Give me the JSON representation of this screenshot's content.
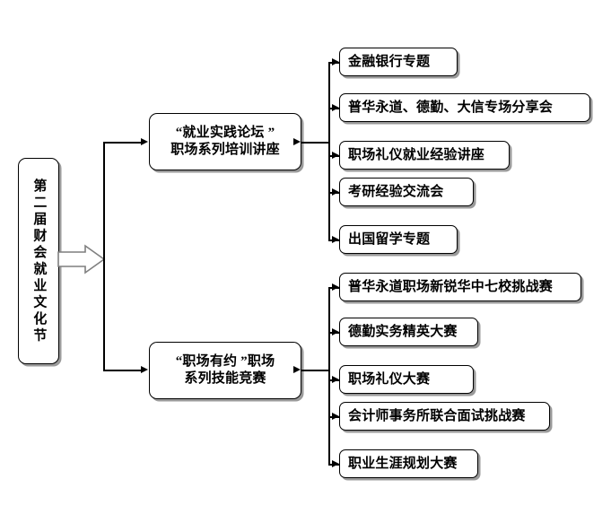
{
  "diagram": {
    "type": "tree-flowchart",
    "title_node": {
      "text": "第二届财会就业文化节",
      "orientation": "vertical"
    },
    "branches": [
      {
        "id": "forum",
        "label_line1": "“就业实践论坛 ”",
        "label_line2": "职场系列培训讲座",
        "leaves": [
          {
            "text": "金融银行专题"
          },
          {
            "text": "普华永道、德勤、大信专场分享会"
          },
          {
            "text": "职场礼仪就业经验讲座"
          },
          {
            "text": "考研经验交流会"
          },
          {
            "text": "出国留学专题"
          }
        ]
      },
      {
        "id": "contest",
        "label_line1": "“职场有约 ”职场",
        "label_line2": "系列技能竞赛",
        "leaves": [
          {
            "text": "普华永道职场新锐华中七校挑战赛"
          },
          {
            "text": "德勤实务精英大赛"
          },
          {
            "text": "职场礼仪大赛"
          },
          {
            "text": "会计师事务所联合面试挑战赛"
          },
          {
            "text": "职业生涯规划大赛"
          }
        ]
      }
    ],
    "colors": {
      "line": "#000000",
      "box_border": "#000000",
      "box_fill": "#ffffff",
      "shadow": "#9a9a9a",
      "block_arrow_stroke": "#808080",
      "text": "#000000"
    }
  }
}
